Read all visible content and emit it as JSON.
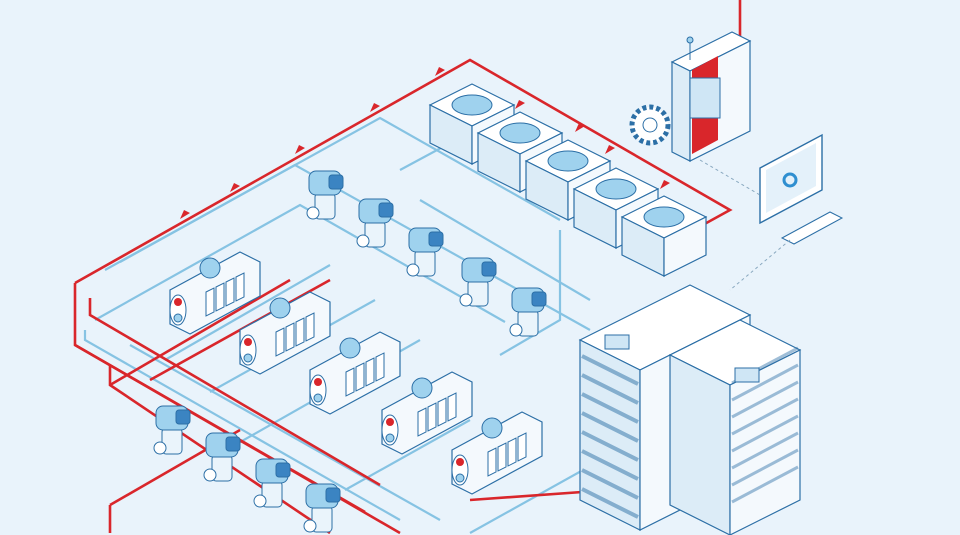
{
  "colors": {
    "background": "#e9f3fb",
    "supply_pipe": "#d9262b",
    "return_pipe": "#86c3e3",
    "outline": "#2c6fa6",
    "equipment_fill": "#f4f9fd",
    "equipment_accent": "#9fd2ee",
    "controller_panel": "#d9262b"
  },
  "equipment": {
    "cooling_towers": 5,
    "chillers": 5,
    "pumps_upper": 5,
    "pumps_lower": 4
  }
}
